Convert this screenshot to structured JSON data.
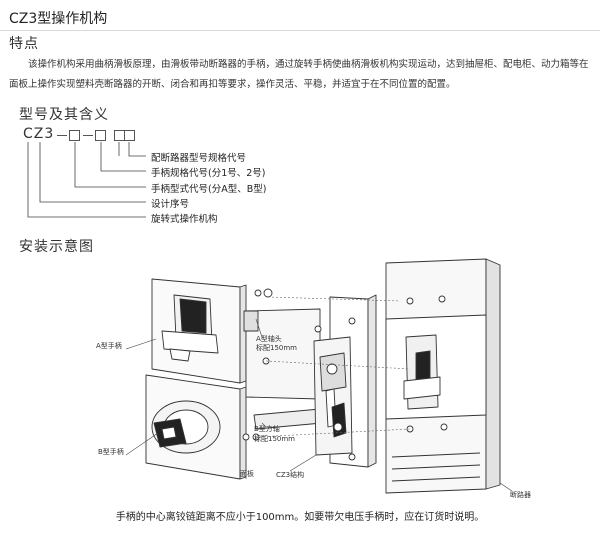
{
  "page": {
    "title": "CZ3型操作机构",
    "features_heading": "特点",
    "features_text": "该操作机构采用曲柄滑板原理，由滑板带动断路器的手柄，通过旋转手柄使曲柄滑板机构实现运动，达到抽屉柜、配电柜、动力箱等在面板上操作实现塑料壳断路器的开断、闭合和再扣等要求，操作灵活、平稳，并适宜于在不同位置的配置。",
    "model_heading": "型号及其含义",
    "install_heading": "安装示意图",
    "footer_note": "手柄的中心离铰链距离不应小于100mm。如要带欠电压手柄时，应在订货时说明。"
  },
  "model_code": {
    "prefix": "CZ3",
    "legend": [
      "配断路器型号规格代号",
      "手柄规格代号(分1号、2号)",
      "手柄型式代号(分A型、B型)",
      "设计序号",
      "旋转式操作机构"
    ]
  },
  "figure_labels": {
    "a_handle": "A型手柄",
    "a_shaft_head": "A型轴头",
    "a_std": "标配150mm",
    "b_handle": "B型手柄",
    "b_shaft": "B型方轴",
    "b_std": "标配150mm",
    "panel": "面板",
    "cz3_mechanism": "CZ3结构",
    "breaker": "断路器"
  }
}
